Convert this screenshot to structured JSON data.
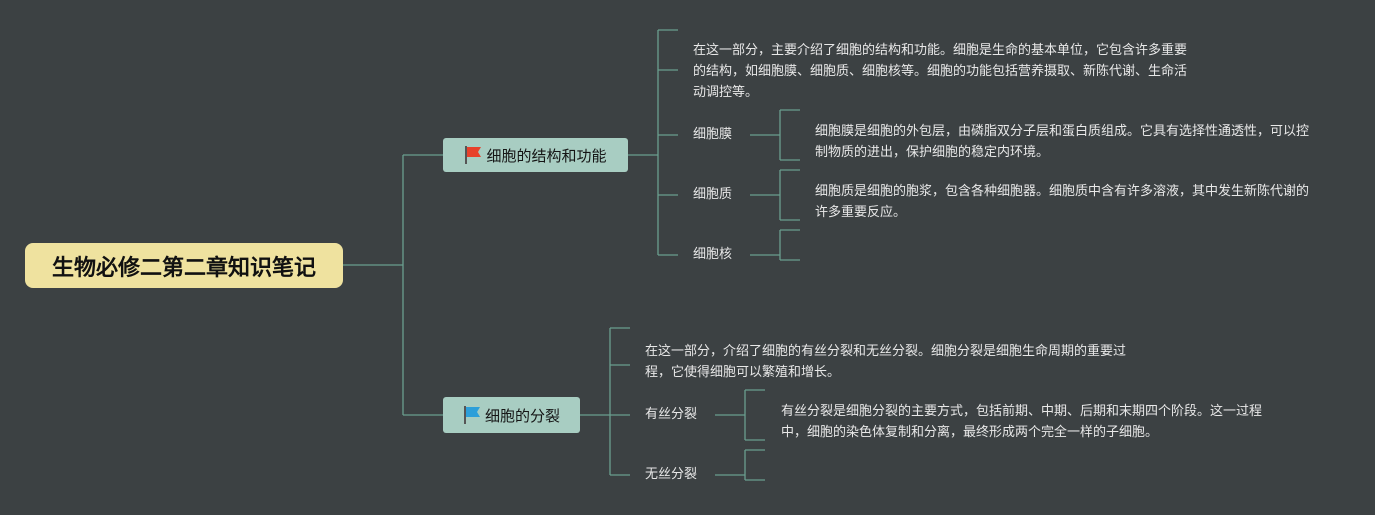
{
  "root": {
    "title": "生物必修二第二章知识笔记"
  },
  "branches": [
    {
      "title": "细胞的结构和功能",
      "flag_color": "#e8412b",
      "summary": "在这一部分，主要介绍了细胞的结构和功能。细胞是生命的基本单位，它包含许多重要的结构，如细胞膜、细胞质、细胞核等。细胞的功能包括营养摄取、新陈代谢、生命活动调控等。",
      "children": [
        {
          "label": "细胞膜",
          "detail": "细胞膜是细胞的外包层，由磷脂双分子层和蛋白质组成。它具有选择性通透性，可以控制物质的进出，保护细胞的稳定内环境。"
        },
        {
          "label": "细胞质",
          "detail": "细胞质是细胞的胞浆，包含各种细胞器。细胞质中含有许多溶液，其中发生新陈代谢的许多重要反应。"
        },
        {
          "label": "细胞核",
          "detail": ""
        }
      ]
    },
    {
      "title": "细胞的分裂",
      "flag_color": "#2d9fd9",
      "summary": "在这一部分，介绍了细胞的有丝分裂和无丝分裂。细胞分裂是细胞生命周期的重要过程，它使得细胞可以繁殖和增长。",
      "children": [
        {
          "label": "有丝分裂",
          "detail": "有丝分裂是细胞分裂的主要方式，包括前期、中期、后期和末期四个阶段。这一过程中，细胞的染色体复制和分离，最终形成两个完全一样的子细胞。"
        },
        {
          "label": "无丝分裂",
          "detail": ""
        }
      ]
    }
  ],
  "colors": {
    "background": "#3c4143",
    "line": "#6a9e8e",
    "root_fill": "#efe29f",
    "branch_fill": "#a8cdc2",
    "text": "#e8e8e8"
  }
}
